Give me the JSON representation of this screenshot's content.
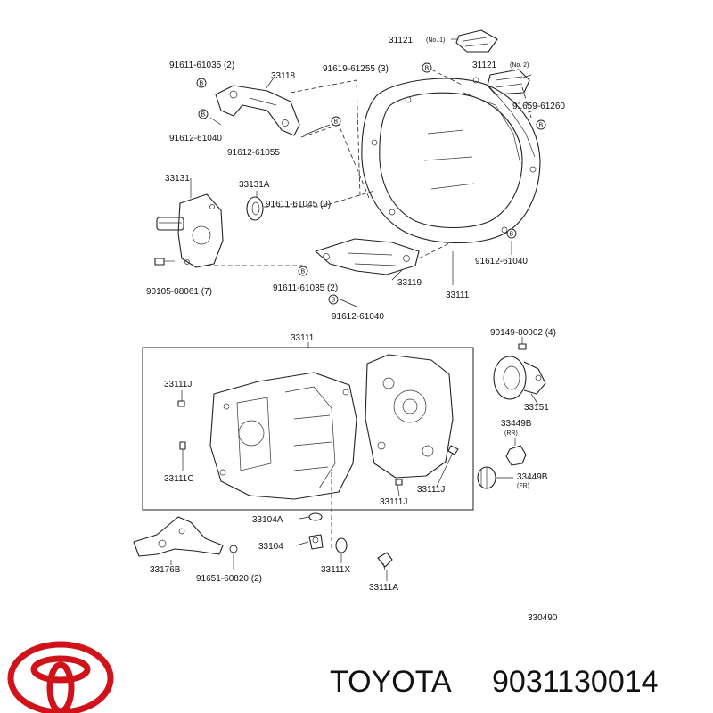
{
  "labels": {
    "l31121a": "31121",
    "l31121a_sub": "(No. 1)",
    "l31121b": "31121",
    "l31121b_sub": "(No. 2)",
    "l91611_61035_top": "91611-61035 (2)",
    "l33118": "33118",
    "l91619": "91619-61255 (3)",
    "l91659": "91659-61260",
    "l91612_61040_top": "91612-61040",
    "l91612_61055": "91612-61055",
    "l33131": "33131",
    "l33131A": "33131A",
    "l91611_61045": "91611-61045 (9)",
    "l91612_61040_right": "91612-61040",
    "l90105": "90105-08061 (7)",
    "l91611_61035_bot": "91611-61035 (2)",
    "l33119": "33119",
    "l33111_right": "33111",
    "l91612_61040_bot": "91612-61040",
    "l33111_box": "33111",
    "l90149": "90149-80002 (4)",
    "l33111J_a": "33111J",
    "l33151": "33151",
    "l33449B_rr": "33449B",
    "l33449B_rr_sub": "(RR)",
    "l33111C": "33111C",
    "l33449B_fr": "33449B",
    "l33449B_fr_sub": "(FR)",
    "l33111J_b": "33111J",
    "l33111J_c": "33111J",
    "l33104A": "33104A",
    "l33104": "33104",
    "l33176B": "33176B",
    "l33111X": "33111X",
    "l91651": "91651-60820 (2)",
    "l33111A": "33111A",
    "figure_no": "330490"
  },
  "bolt_letter": "B",
  "brand": {
    "name": "TOYOTA",
    "part_number": "9031130014",
    "logo_color": "#d0121b"
  }
}
